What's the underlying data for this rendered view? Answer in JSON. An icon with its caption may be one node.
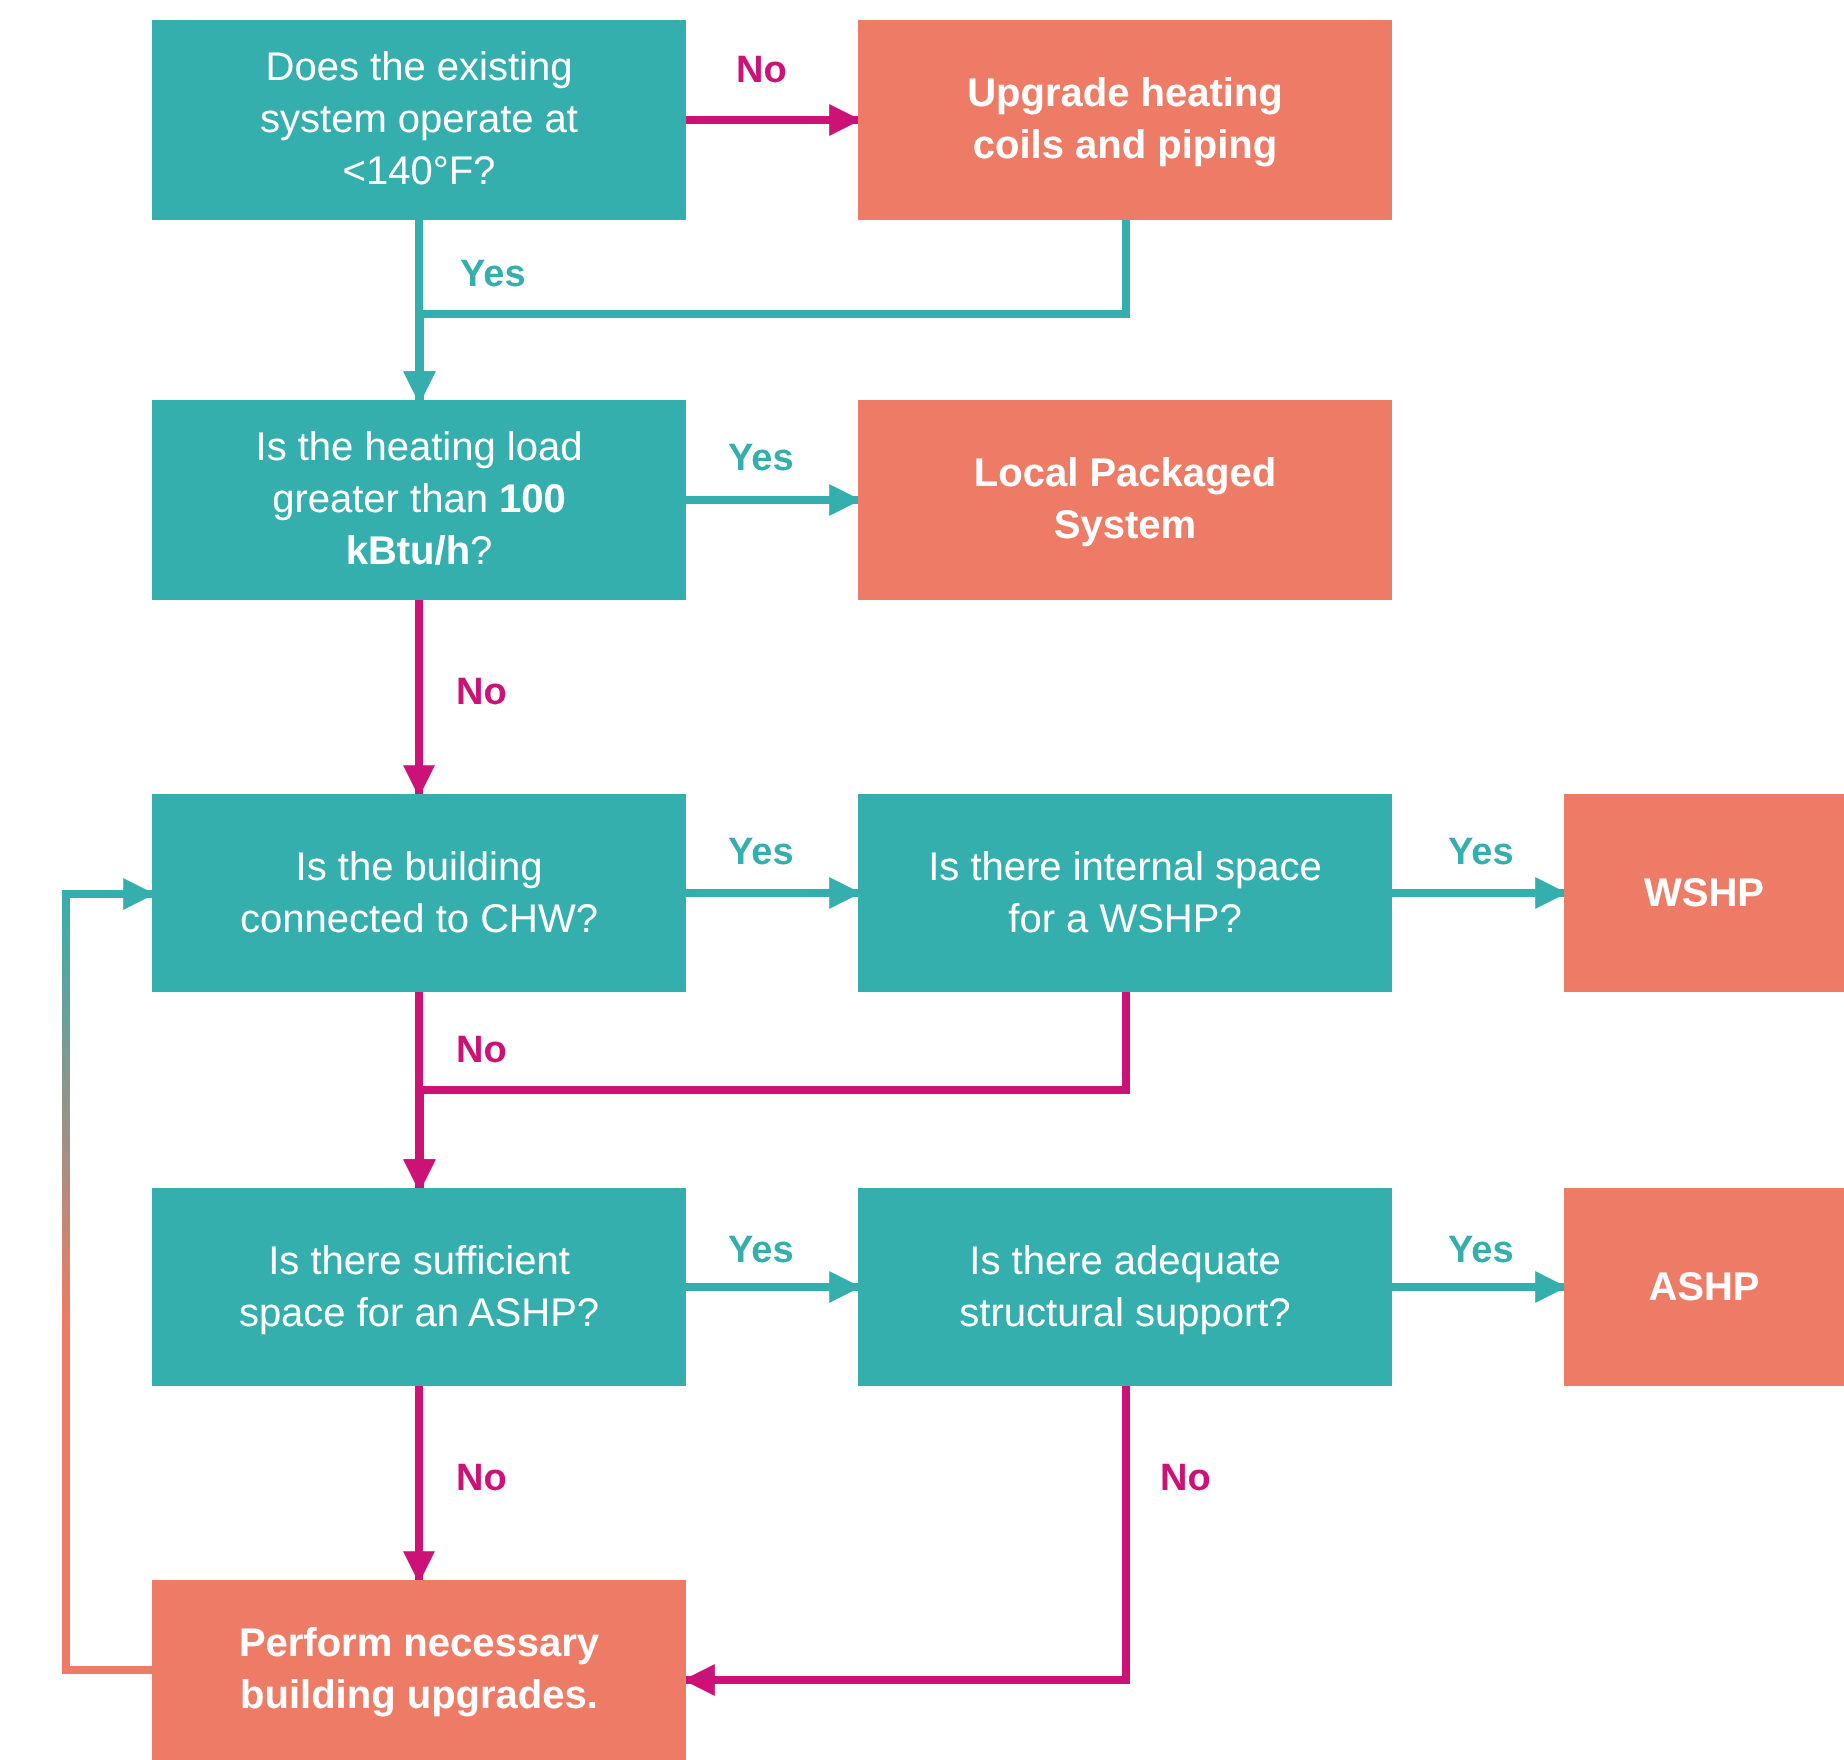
{
  "diagram": {
    "nodes": [
      {
        "text": [
          "Does the existing system operate at <140°F?"
        ]
      },
      {
        "text": [
          "Upgrade heating coils and piping"
        ]
      },
      {
        "text": [
          "Is the heating load greater than **100 kBtu/h**?"
        ]
      },
      {
        "text": [
          "Local Packaged System"
        ]
      },
      {
        "text": [
          "Is the building connected to CHW?"
        ]
      },
      {
        "text": [
          "Is there internal space for a WSHP?"
        ]
      },
      {
        "text": [
          "WSHP"
        ]
      },
      {
        "text": [
          "Is there sufficient space for an ASHP?"
        ]
      },
      {
        "text": [
          "Is there adequate structural support?"
        ]
      },
      {
        "text": [
          "ASHP"
        ]
      },
      {
        "text": [
          "Perform necessary building upgrades."
        ]
      }
    ],
    "edges": [
      {
        "from": 0,
        "to": 1,
        "arrow": "to",
        "label": "No",
        "color": "#cc1177"
      },
      {
        "from": 0,
        "to": 2,
        "arrow": "to",
        "label": "Yes"
      },
      {
        "from": 1,
        "to": 2,
        "arrow": "to"
      },
      {
        "from": 2,
        "to": 3,
        "arrow": "to",
        "label": "Yes"
      },
      {
        "from": 2,
        "to": 4,
        "arrow": "to",
        "label": "No",
        "color": "#cc1177"
      },
      {
        "from": 4,
        "to": 5,
        "arrow": "to",
        "label": "Yes"
      },
      {
        "from": 5,
        "to": 6,
        "arrow": "to",
        "label": "Yes"
      },
      {
        "from": 4,
        "to": 7,
        "arrow": "to",
        "label": "No",
        "color": "#cc1177"
      },
      {
        "from": 5,
        "to": 7,
        "arrow": "to",
        "color": "#cc1177"
      },
      {
        "from": 7,
        "to": 8,
        "arrow": "to",
        "label": "Yes"
      },
      {
        "from": 8,
        "to": 9,
        "arrow": "to",
        "label": "Yes"
      },
      {
        "from": 7,
        "to": 10,
        "arrow": "to",
        "label": "No",
        "color": "#cc1177"
      },
      {
        "from": 8,
        "to": 10,
        "arrow": "to",
        "label": "No",
        "color": "#cc1177"
      },
      {
        "from": 10,
        "to": 4,
        "arrow": "to",
        "color": "#ee7b65"
      }
    ]
  }
}
